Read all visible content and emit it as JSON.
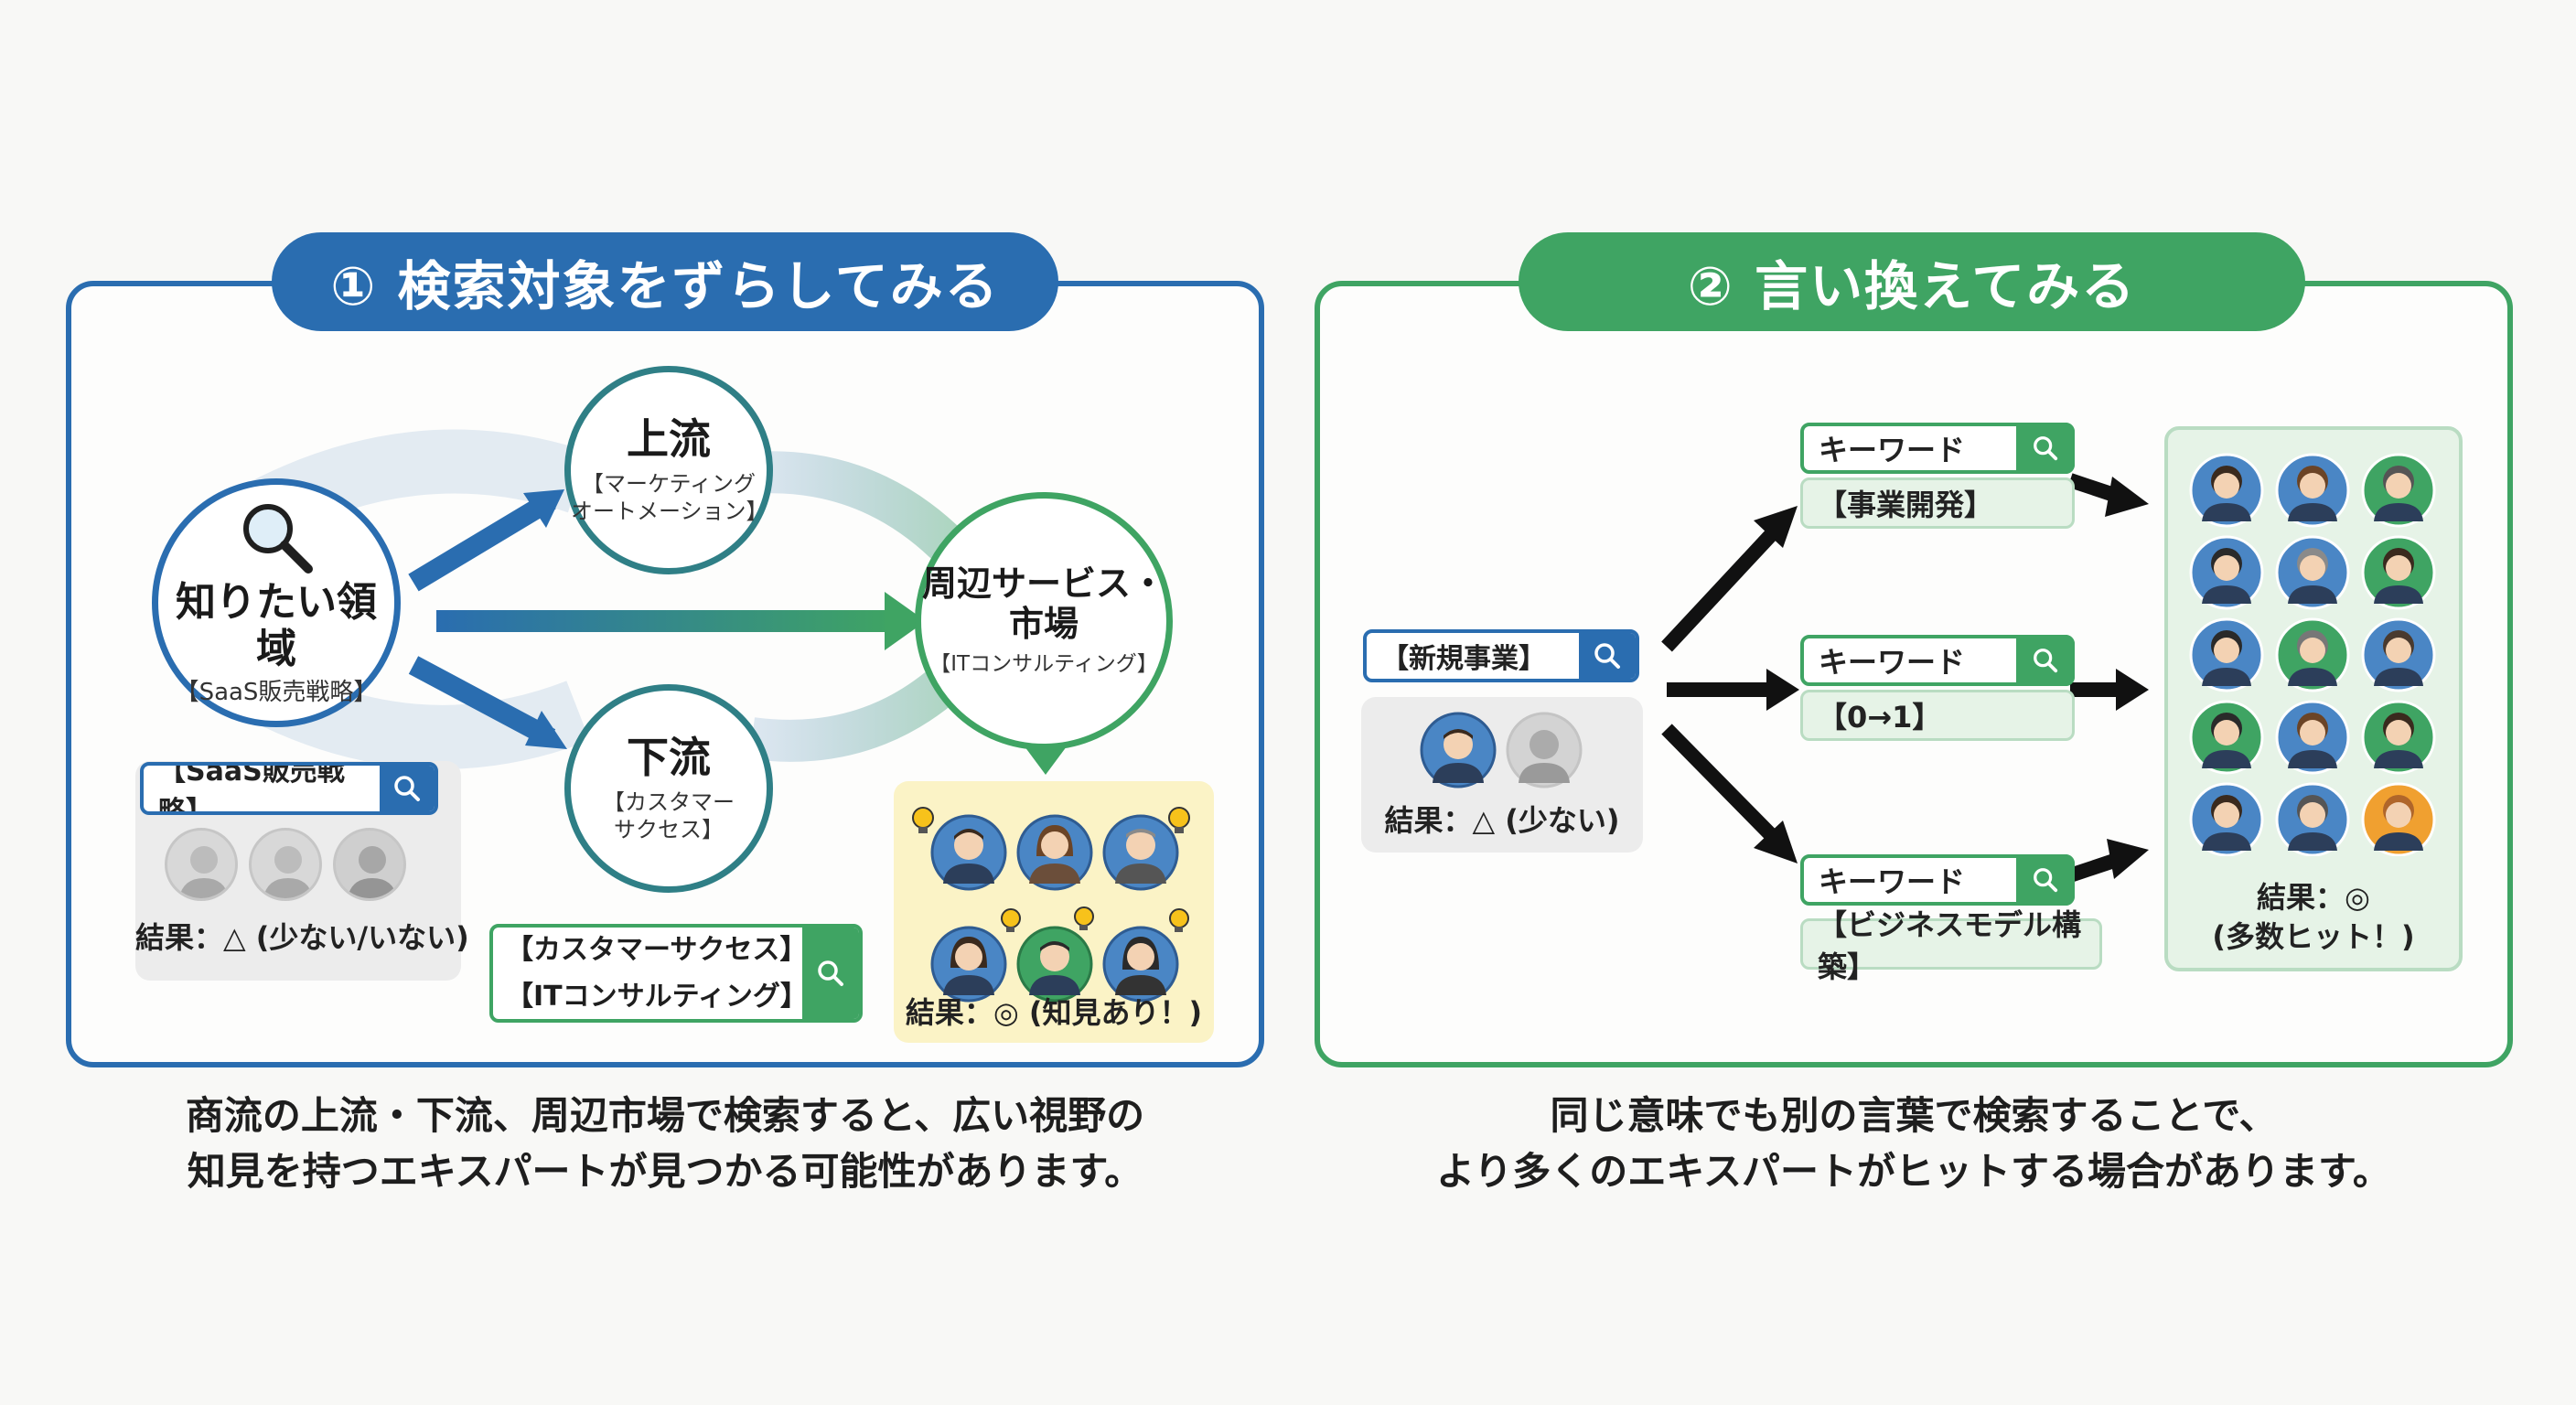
{
  "left": {
    "title": "① 検索対象をずらしてみる",
    "center_node": {
      "title": "知りたい領域",
      "sub": "【SaaS販売戦略】"
    },
    "upstream_node": {
      "title": "上流",
      "sub": "【マーケティング\nオートメーション】"
    },
    "downstream_node": {
      "title": "下流",
      "sub": "【カスタマー\nサクセス】"
    },
    "peripheral_node": {
      "title": "周辺サービス・\n市場",
      "sub": "【ITコンサルティング】"
    },
    "search_bar": {
      "text": "【SaaS販売戦略】"
    },
    "search_result": "結果：△ (少ない/いない)",
    "multi_search": {
      "line1": "【カスタマーサクセス】",
      "line2": "【ITコンサルティング】"
    },
    "multi_result": "結果：◎ (知見あり！)",
    "caption": "商流の上流・下流、周辺市場で検索すると、広い視野の\n知見を持つエキスパートが見つかる可能性があります。"
  },
  "right": {
    "title": "② 言い換えてみる",
    "search_bar": {
      "text": "【新規事業】"
    },
    "search_result": "結果：△ (少ない)",
    "keyword_label": "キーワード",
    "keywords": [
      "【事業開発】",
      "【0→1】",
      "【ビジネスモデル構築】"
    ],
    "big_result": "結果：◎\n(多数ヒット！)",
    "caption": "同じ意味でも別の言葉で検索することで、\nより多くのエキスパートがヒットする場合があります。"
  },
  "colors": {
    "blue": "#2a6db0",
    "green": "#3fa463",
    "highlight": "#fbf3c6",
    "greenbox": "#e6f3e7"
  },
  "icons": [
    "magnifier-icon",
    "search-icon",
    "lightbulb-icon",
    "person-avatar-icon",
    "arrow-icon"
  ]
}
